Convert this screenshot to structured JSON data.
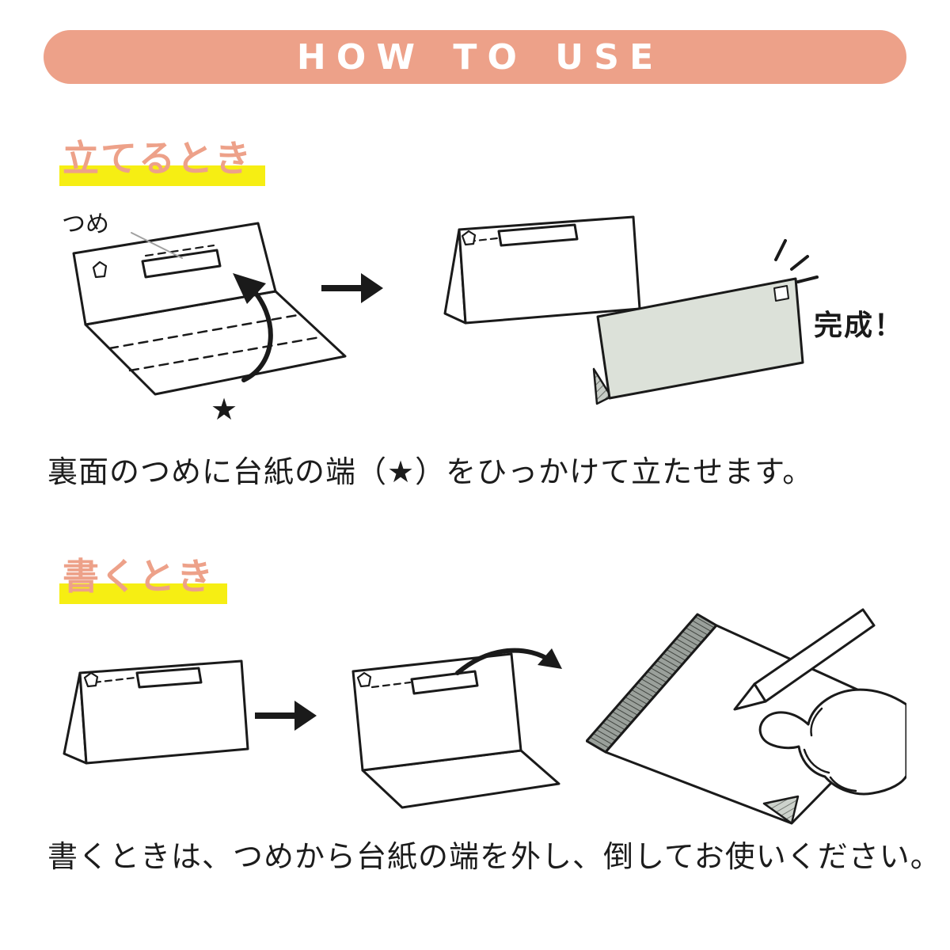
{
  "banner": {
    "title": "HOW TO USE"
  },
  "sections": {
    "stand": {
      "heading": "立てるとき",
      "tsume_label": "つめ",
      "star": "★",
      "done_label": "完成！",
      "caption": "裏面のつめに台紙の端（★）をひっかけて立たせます。"
    },
    "write": {
      "heading": "書くとき",
      "caption": "書くときは、つめから台紙の端を外し、倒してお使いください。"
    }
  },
  "colors": {
    "accent_salmon": "#eda189",
    "banner_text": "#ffffff",
    "highlight_yellow": "#f6ee13",
    "line_black": "#1a1a1a",
    "panel_gray": "#dce1d9"
  },
  "icons": {
    "right_arrow": "right-arrow-icon",
    "curved_arrow": "curved-arrow-icon",
    "sparkle": "emphasis-marks-icon",
    "star": "star-marker"
  }
}
